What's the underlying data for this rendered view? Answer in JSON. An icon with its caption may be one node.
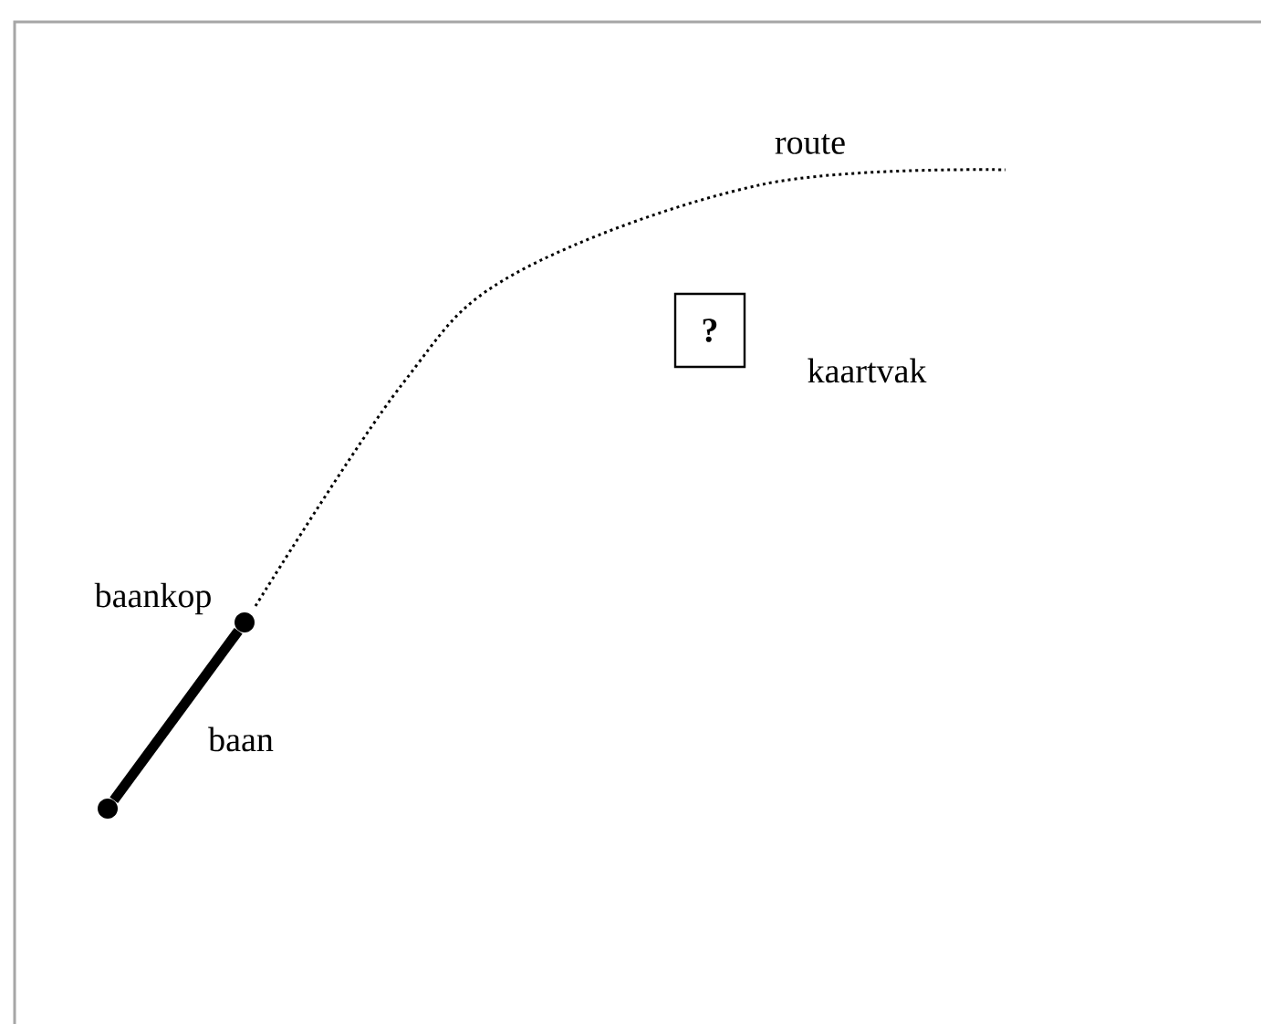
{
  "diagram": {
    "nodes": [
      {
        "text": [
          "?"
        ],
        "beside": [
          "kaartvak"
        ]
      },
      {
        "text": [],
        "shape": "circle"
      },
      {
        "text": [],
        "shape": "circle",
        "beside": [
          "baankop"
        ]
      }
    ],
    "edges": [
      {
        "from": 1,
        "to": 2,
        "arrow": "none",
        "label": "baan",
        "style": "thick"
      },
      {
        "from": 2,
        "to": null,
        "arrow": "none",
        "label": "route",
        "style": "dashed"
      }
    ]
  }
}
